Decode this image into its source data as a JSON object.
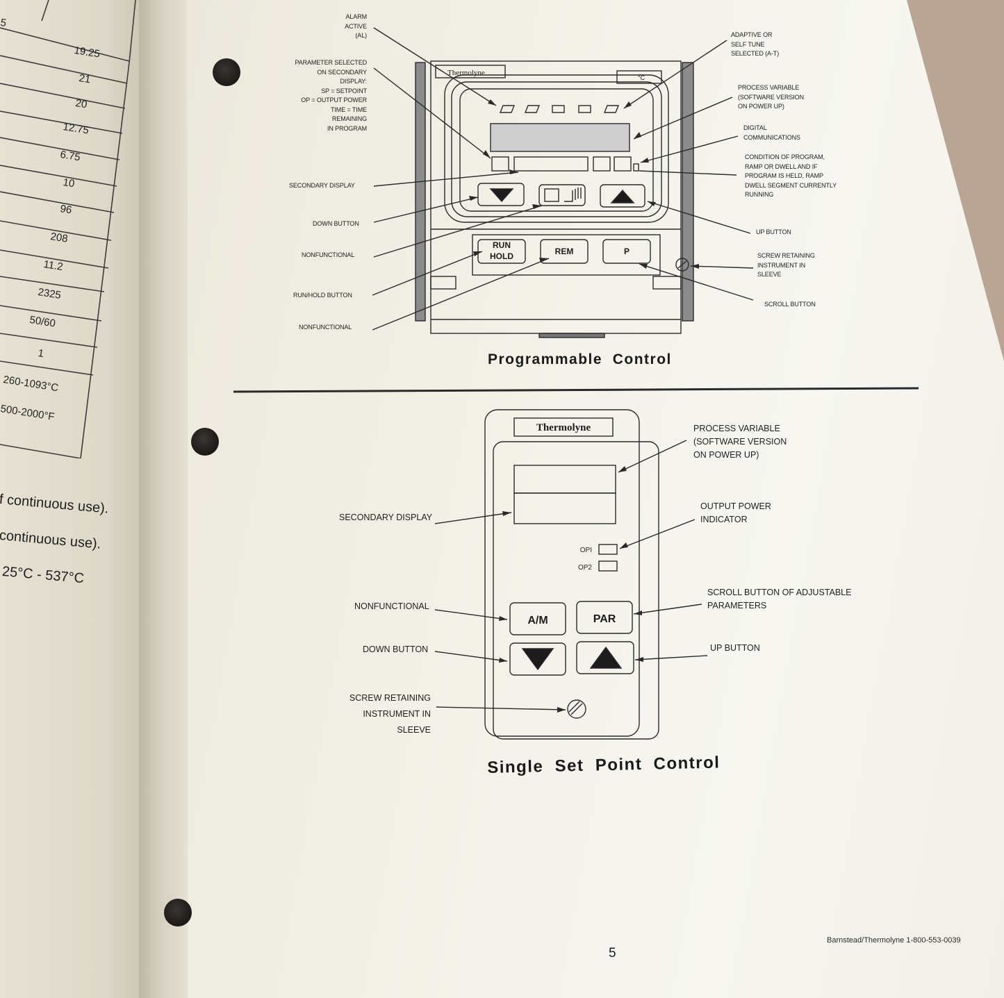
{
  "left_page": {
    "header_fragment": "5",
    "values": [
      "19.25",
      "21",
      "20",
      "12.75",
      "6.75",
      "10",
      "96",
      "208",
      "11.2",
      "2325",
      "50/60",
      "1",
      "260-1093°C",
      "500-2000°F"
    ],
    "notes": [
      "f continuous use).",
      "continuous use).",
      "25°C - 537°C"
    ]
  },
  "programmable": {
    "brand": "Thermolyne",
    "unit": "°C",
    "caption": "Programmable  Control",
    "buttons": {
      "run": "RUN",
      "hold": "HOLD",
      "rem": "REM",
      "p": "P"
    },
    "labels": {
      "alarm": "ALARM\nACTIVE\n(AL)",
      "parameter": "PARAMETER SELECTED\nON SECONDARY\nDISPLAY:\nSP = SETPOINT\nOP = OUTPUT POWER\nTIME = TIME\nREMAINING\nIN PROGRAM",
      "secondary": "SECONDARY DISPLAY",
      "down": "DOWN BUTTON",
      "nonfunctional1": "NONFUNCTIONAL",
      "runhold": "RUN/HOLD BUTTON",
      "nonfunctional2": "NONFUNCTIONAL",
      "adaptive": "ADAPTIVE OR\nSELF TUNE\nSELECTED (A-T)",
      "process": "PROCESS VARIABLE\n(SOFTWARE VERSION\nON POWER UP)",
      "digital": "DIGITAL\nCOMMUNICATIONS",
      "condition": "CONDITION OF PROGRAM,\nRAMP OR DWELL AND IF\nPROGRAM IS HELD, RAMP\nDWELL SEGMENT CURRENTLY\nRUNNING",
      "up": "UP BUTTON",
      "screw": "SCREW RETAINING\nINSTRUMENT IN\nSLEEVE",
      "scroll": "SCROLL BUTTON"
    }
  },
  "single": {
    "brand": "Thermolyne",
    "caption": "Single  Set  Point  Control",
    "op1": "OPI",
    "op2": "OP2",
    "buttons": {
      "am": "A/M",
      "par": "PAR"
    },
    "labels": {
      "process": "PROCESS VARIABLE\n(SOFTWARE VERSION\nON POWER UP)",
      "secondary": "SECONDARY DISPLAY",
      "output": "OUTPUT POWER\nINDICATOR",
      "nonfunctional": "NONFUNCTIONAL",
      "scroll": "SCROLL BUTTON OF ADJUSTABLE\nPARAMETERS",
      "down": "DOWN BUTTON",
      "up": "UP BUTTON",
      "screw": "SCREW RETAINING\nINSTRUMENT IN\nSLEEVE"
    }
  },
  "footer": {
    "page_number": "5",
    "contact": "Barnstead/Thermolyne 1-800-553-0039"
  }
}
